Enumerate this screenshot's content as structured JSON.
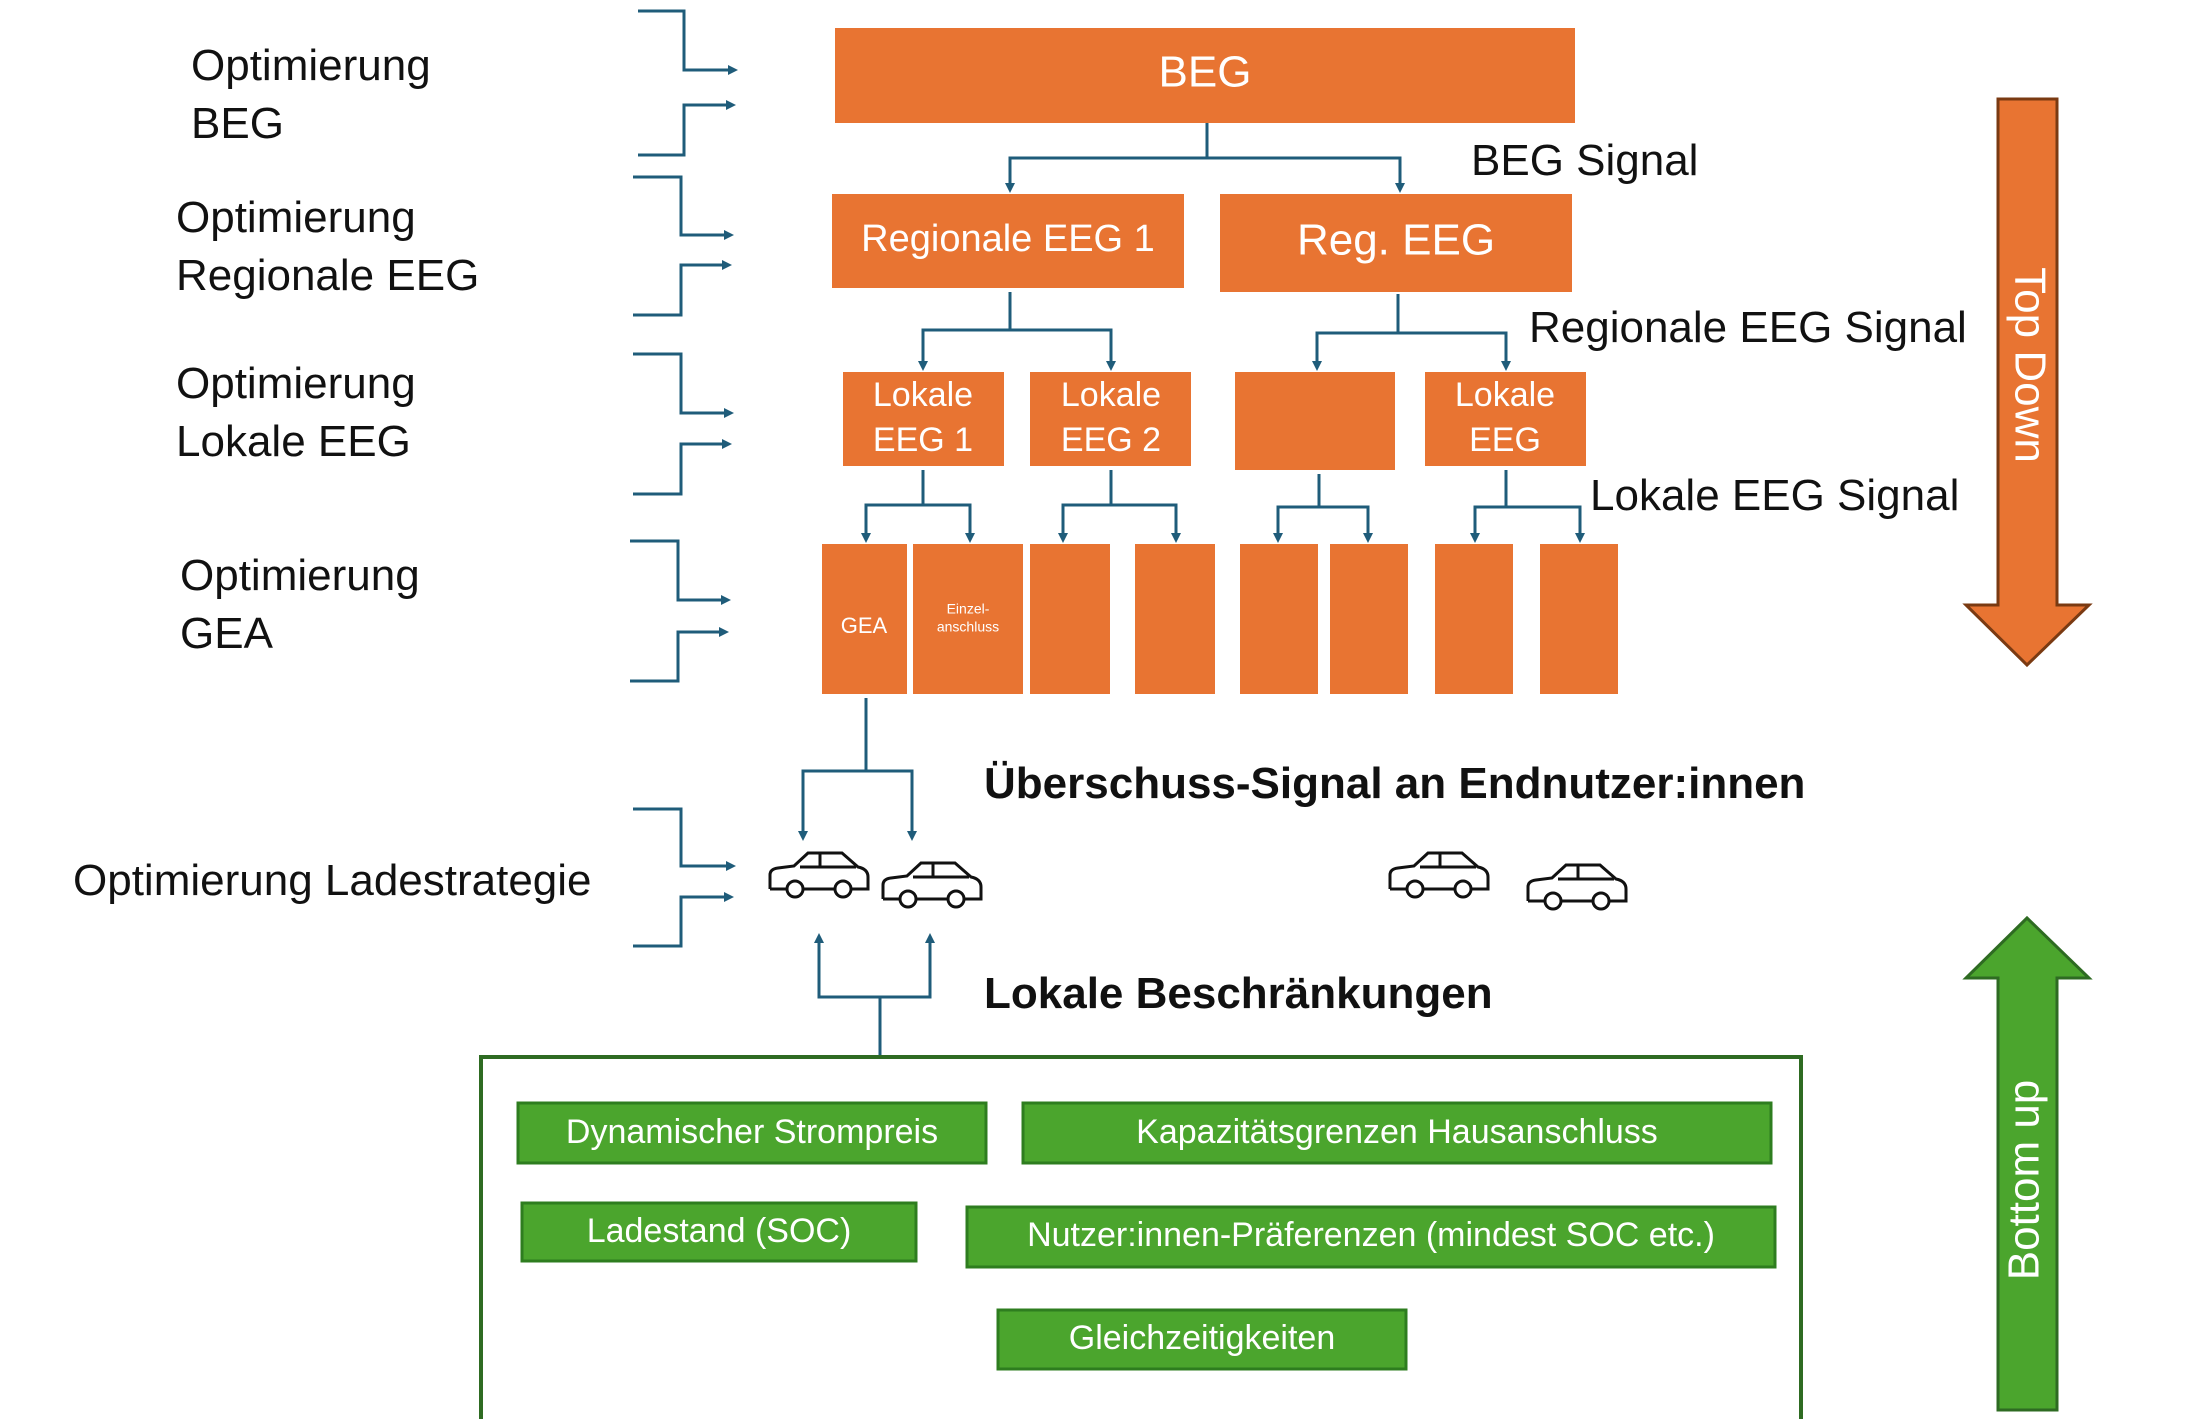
{
  "levels": [
    {
      "line1": "Optimierung",
      "line2": "BEG"
    },
    {
      "line1": "Optimierung",
      "line2": "Regionale EEG"
    },
    {
      "line1": "Optimierung",
      "line2": "Lokale EEG"
    },
    {
      "line1": "Optimierung",
      "line2": "GEA"
    }
  ],
  "charging_label": "Optimierung Ladestrategie",
  "boxes": {
    "beg": "BEG",
    "reg1": "Regionale EEG 1",
    "reg2": "Reg. EEG",
    "lokal1_l1": "Lokale",
    "lokal1_l2": "EEG 1",
    "lokal2_l1": "Lokale",
    "lokal2_l2": "EEG 2",
    "lokal4_l1": "Lokale",
    "lokal4_l2": "EEG",
    "gea": "GEA",
    "einzel_l1": "Einzel-",
    "einzel_l2": "anschluss"
  },
  "signals": {
    "beg": "BEG Signal",
    "regional": "Regionale EEG Signal",
    "lokal": "Lokale EEG Signal",
    "ueberschuss": "Überschuss-Signal an Endnutzer:innen",
    "beschraenkungen": "Lokale Beschränkungen"
  },
  "constraints": {
    "strompreis": "Dynamischer Strompreis",
    "kapazitaet": "Kapazitätsgrenzen Hausanschluss",
    "ladestand": "Ladestand (SOC)",
    "praeferenzen": "Nutzer:innen-Präferenzen (mindest SOC etc.)",
    "gleichzeitig": "Gleichzeitigkeiten"
  },
  "arrows": {
    "top_down": "Top Down",
    "bottom_up": "Bottom up"
  },
  "colors": {
    "orange": "#E87432",
    "green": "#4BA52D",
    "connector": "#1F5C7A"
  }
}
